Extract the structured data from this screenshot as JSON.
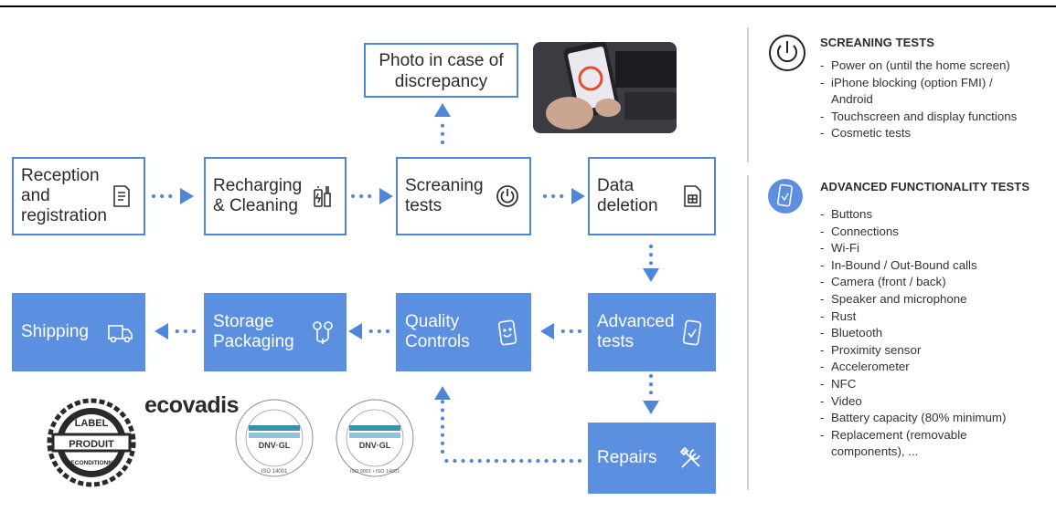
{
  "boxes": {
    "reception": "Reception\nand\nregistration",
    "recharging": "Recharging\n& Cleaning",
    "screening": "Screaning\ntests",
    "data_deletion": "Data\ndeletion",
    "advanced": "Advanced\ntests",
    "quality": "Quality\nControls",
    "storage": "Storage\nPackaging",
    "shipping": "Shipping",
    "repairs": "Repairs",
    "photo": "Photo in case of\ndiscrepancy"
  },
  "logos": {
    "label_top": "LABEL",
    "label_middle": "PRODUIT",
    "label_bottom": "RECONDITIONNÉ",
    "ecovadis": "ecovadis",
    "dnv1": "DNV·GL",
    "dnv1_iso": "ISO 14001",
    "dnv2": "DNV·GL",
    "dnv2_iso": "ISO 9001 • ISO 14001"
  },
  "screening_section": {
    "title": "SCREANING TESTS",
    "items": [
      "Power on (until the home screen)",
      "iPhone blocking (option FMI) /\nAndroid",
      "Touchscreen and display functions",
      "Cosmetic tests"
    ]
  },
  "advanced_section": {
    "title": "ADVANCED FUNCTIONALITY TESTS",
    "items": [
      "Buttons",
      "Connections",
      "Wi-Fi",
      "In-Bound / Out-Bound calls",
      "Camera (front / back)",
      "Speaker and microphone",
      "Rust",
      "Bluetooth",
      "Proximity sensor",
      "Accelerometer",
      "NFC",
      "Video",
      "Battery capacity (80% minimum)",
      "Replacement (removable\ncomponents), ..."
    ]
  },
  "colors": {
    "accent": "#4f86d8",
    "filled": "#5b8fe0",
    "divider": "#cfcfcf"
  }
}
